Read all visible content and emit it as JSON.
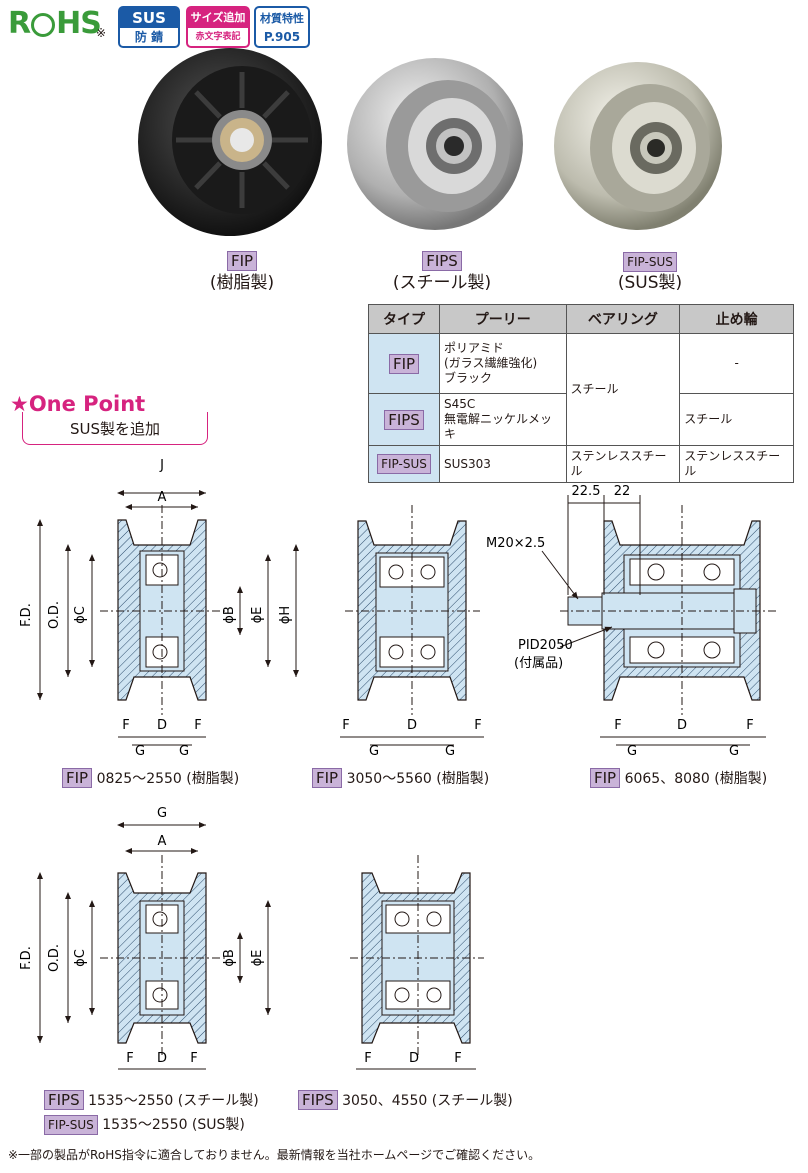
{
  "badges": {
    "rohs_r": "R",
    "rohs_hs": "HS",
    "rohs_mark": "※",
    "sus_top": "SUS",
    "sus_bottom": "防 錆",
    "size_top": "サイズ追加",
    "size_bottom": "赤文字表記",
    "material_top": "材質特性",
    "material_bottom": "P.905"
  },
  "products": [
    {
      "code": "FIP",
      "desc": "(樹脂製)"
    },
    {
      "code": "FIPS",
      "desc": "(スチール製)"
    },
    {
      "code": "FIP-SUS",
      "desc": "(SUS製)"
    }
  ],
  "spec_table": {
    "headers": [
      "タイプ",
      "プーリー",
      "ベアリング",
      "止め輪"
    ],
    "rows": [
      {
        "type": "FIP",
        "pulley": [
          "ポリアミド",
          "(ガラス繊維強化)",
          "ブラック"
        ]
      },
      {
        "type": "FIPS",
        "pulley": [
          "S45C",
          "無電解ニッケルメッキ"
        ]
      },
      {
        "type": "FIP-SUS",
        "pulley": [
          "SUS303"
        ],
        "bearing": "ステンレススチール",
        "ring": "ステンレススチール"
      }
    ],
    "bearing_fip_fips": "スチール",
    "ring_fip": "-",
    "ring_fips": "スチール"
  },
  "one_point": {
    "title": "★One Point",
    "text": "SUS製を追加"
  },
  "dimension_labels": {
    "j": "J",
    "a": "A",
    "fd": "F.D.",
    "od": "O.D.",
    "c": "ϕC",
    "b": "ϕB",
    "e": "ϕE",
    "h": "ϕH",
    "f": "F",
    "d": "D",
    "g": "G",
    "m20": "M20×2.5",
    "d225": "22.5",
    "d22": "22",
    "pid": "PID2050",
    "pid_note": "(付属品)"
  },
  "captions": [
    {
      "code": "FIP",
      "text": "0825～2550 (樹脂製)"
    },
    {
      "code": "FIP",
      "text": "3050～5560 (樹脂製)"
    },
    {
      "code": "FIP",
      "text": "6065、8080 (樹脂製)"
    },
    {
      "code": "FIPS",
      "text": "1535～2550 (スチール製)"
    },
    {
      "code": "FIP-SUS",
      "text": "1535～2550 (SUS製)"
    },
    {
      "code": "FIPS",
      "text": "3050、4550 (スチール製)"
    }
  ],
  "footnote": "※一部の製品がRoHS指令に適合しておりません。最新情報を当社ホームページでご確認ください。",
  "colors": {
    "section_fill": "#cfe4f2",
    "tag_fill": "#c9b3d8",
    "accent": "#d6237f",
    "sus_blue": "#1b5aa6",
    "rohs_green": "#3a9b3a"
  }
}
